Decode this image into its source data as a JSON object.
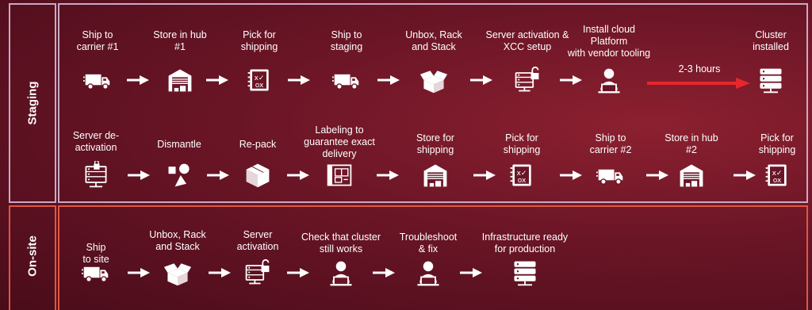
{
  "sections": {
    "staging": {
      "label": "Staging"
    },
    "onsite": {
      "label": "On-site"
    }
  },
  "staging_row1": [
    {
      "label": "Ship to\ncarrier #1",
      "icon": "truck-icon"
    },
    {
      "label": "Store in hub\n#1",
      "icon": "warehouse-icon"
    },
    {
      "label": "Pick for\nshipping",
      "icon": "picklist-icon"
    },
    {
      "label": "Ship to\nstaging",
      "icon": "truck-icon"
    },
    {
      "label": "Unbox, Rack\nand Stack",
      "icon": "open-box-icon"
    },
    {
      "label": "Server activation &\nXCC setup",
      "icon": "server-unlock-icon"
    },
    {
      "label": "Install cloud\nPlatform\nwith vendor tooling",
      "icon": "person-laptop-icon"
    },
    {
      "label": "Cluster\ninstalled",
      "icon": "server-stack-icon"
    }
  ],
  "staging_row1_duration": "2-3 hours",
  "staging_row2": [
    {
      "label": "Server de-\nactivation",
      "icon": "server-lock-icon"
    },
    {
      "label": "Dismantle",
      "icon": "shapes-icon"
    },
    {
      "label": "Re-pack",
      "icon": "closed-box-icon"
    },
    {
      "label": "Labeling to\nguarantee exact\ndelivery",
      "icon": "blueprint-icon"
    },
    {
      "label": "Store for\nshipping",
      "icon": "warehouse-icon"
    },
    {
      "label": "Pick for\nshipping",
      "icon": "picklist-icon"
    },
    {
      "label": "Ship to\ncarrier #2",
      "icon": "truck-icon"
    },
    {
      "label": "Store in hub\n#2",
      "icon": "warehouse-icon"
    },
    {
      "label": "Pick for\nshipping",
      "icon": "picklist-icon"
    }
  ],
  "onsite_row": [
    {
      "label": "Ship\nto site",
      "icon": "truck-icon"
    },
    {
      "label": "Unbox, Rack\nand Stack",
      "icon": "open-box-icon"
    },
    {
      "label": "Server\nactivation",
      "icon": "server-unlock-icon"
    },
    {
      "label": "Check that cluster\nstill works",
      "icon": "person-laptop-icon"
    },
    {
      "label": "Troubleshoot\n& fix",
      "icon": "person-laptop-icon"
    },
    {
      "label": "Infrastructure ready\nfor production",
      "icon": "server-stack-icon"
    }
  ],
  "colors": {
    "arrow": "#ffffff",
    "highlight_arrow": "#e8262b",
    "staging_border": "#c9a9c4",
    "onsite_border": "#e0573f"
  }
}
